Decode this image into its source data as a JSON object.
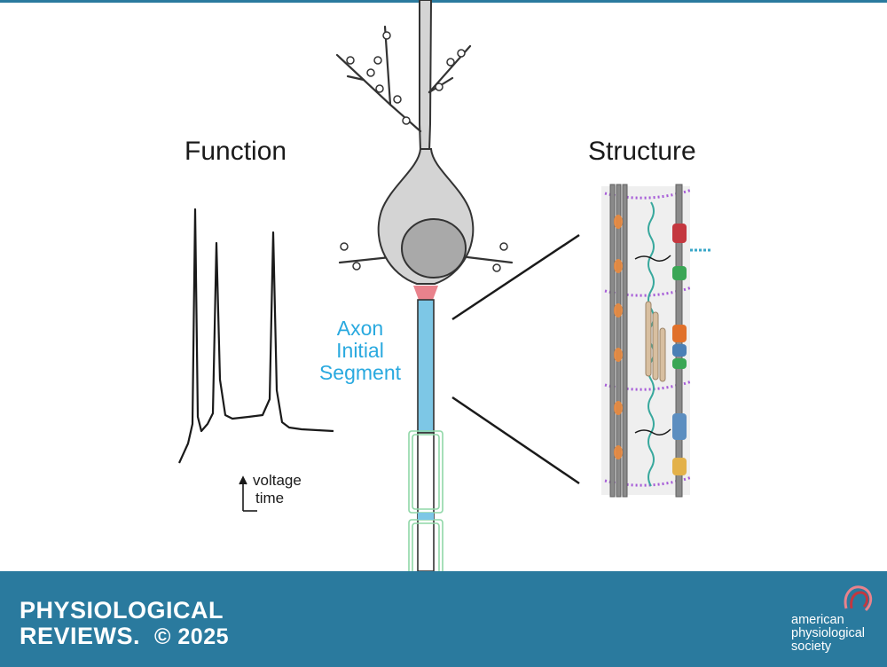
{
  "labels": {
    "function": "Function",
    "structure": "Structure",
    "ais_line1": "Axon",
    "ais_line2": "Initial",
    "ais_line3": "Segment",
    "voltage": "voltage",
    "time": "time"
  },
  "footer": {
    "journal_line1": "PHYSIOLOGICAL",
    "journal_line2": "REVIEWS.",
    "copyright": "© 2025",
    "society_line1": "american",
    "society_line2": "physiological",
    "society_line3": "society"
  },
  "colors": {
    "brand_blue": "#2a7a9e",
    "ais_blue": "#29a9df",
    "soma_gray": "#d4d4d4",
    "nucleus_gray": "#a9a9a9",
    "myelin_green": "#8fd7a7",
    "hillock_pink": "#e9828c",
    "spectrin_purple": "#a65bd8"
  }
}
